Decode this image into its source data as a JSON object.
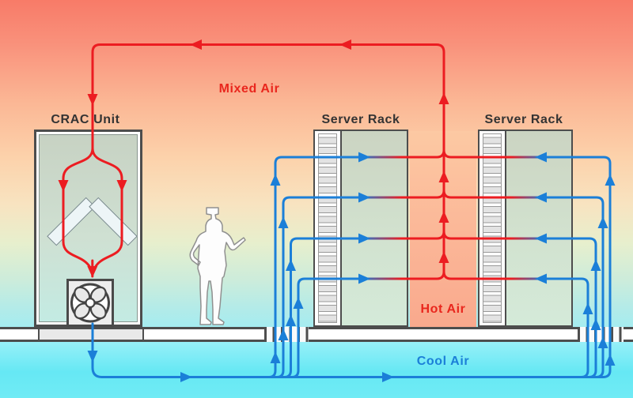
{
  "labels": {
    "crac_unit": "CRAC Unit",
    "server_rack_left": "Server Rack",
    "server_rack_right": "Server Rack",
    "mixed_air": "Mixed Air",
    "hot_air": "Hot Air",
    "cool_air": "Cool Air"
  },
  "colors": {
    "hot_flow": "#ec1c21",
    "cool_flow": "#1b7fd8",
    "hot_label": "#e9261d",
    "cool_label": "#1b7fd8",
    "component_label": "#333333",
    "structure_outline": "#4d4d4d",
    "hot_aisle_top": "#fcc9a3",
    "hot_aisle_bottom": "#f9a98d",
    "background_top": "#f87b68",
    "background_bottom": "#70ebf5",
    "floor": "#ffffff"
  }
}
